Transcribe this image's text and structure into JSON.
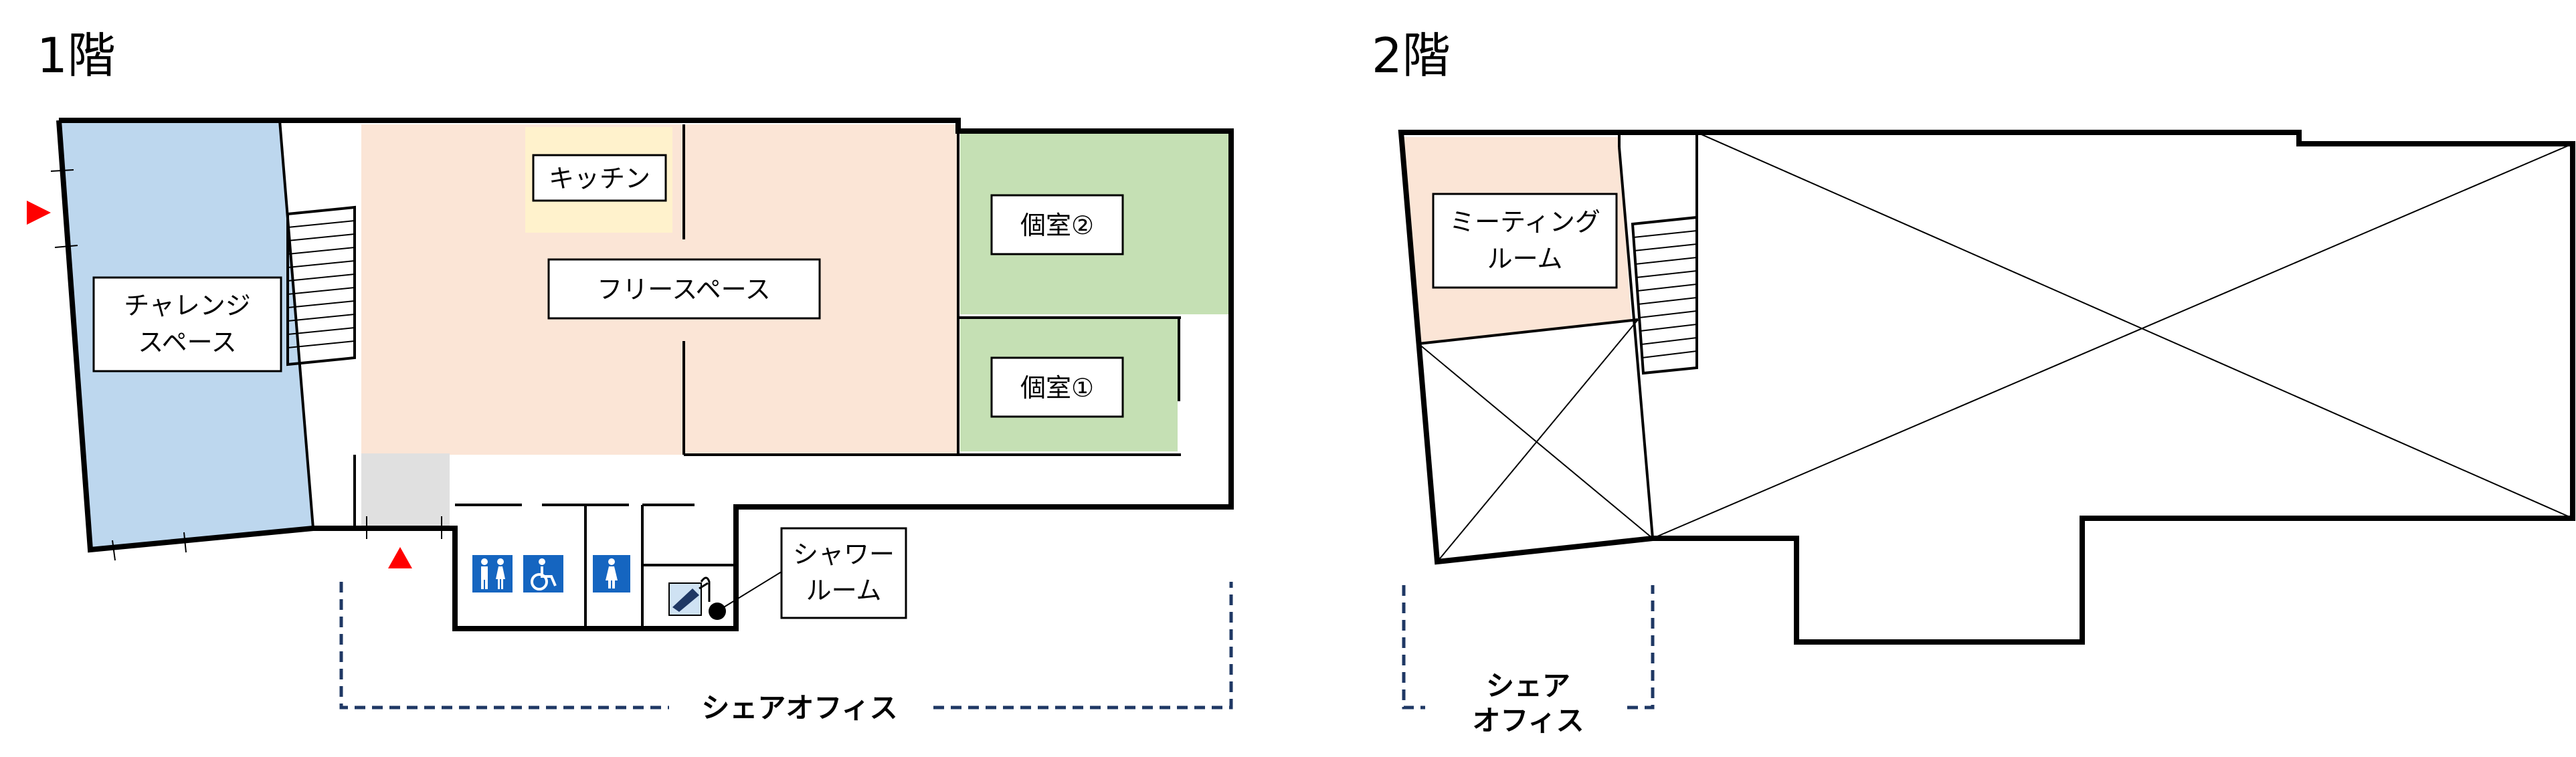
{
  "floors": [
    {
      "title": "1階",
      "rooms": {
        "challenge_space": "チャレンジ\nスペース",
        "kitchen": "キッチン",
        "free_space": "フリースペース",
        "private_room_2": "個室②",
        "private_room_1": "個室①",
        "shower_room": "シャワー\nルーム"
      },
      "shared_office": "シェアオフィス"
    },
    {
      "title": "2階",
      "rooms": {
        "meeting_room": "ミーティング\nルーム"
      },
      "shared_office": "シェア\nオフィス"
    }
  ],
  "colors": {
    "challenge_space": "#bdd7ee",
    "free_space": "#fbe5d6",
    "kitchen": "#fff2cc",
    "private_rooms": "#c5e0b4",
    "meeting_room": "#fbe5d6",
    "storage": "#e0e0e0",
    "restroom_icon": "#1565c0",
    "entrance_marker": "#ff0000",
    "bracket": "#1f3864"
  },
  "icons": [
    "restroom-icon",
    "accessible-icon",
    "female-restroom-icon",
    "shower-icon",
    "entrance-arrow-icon",
    "staircase-icon"
  ]
}
